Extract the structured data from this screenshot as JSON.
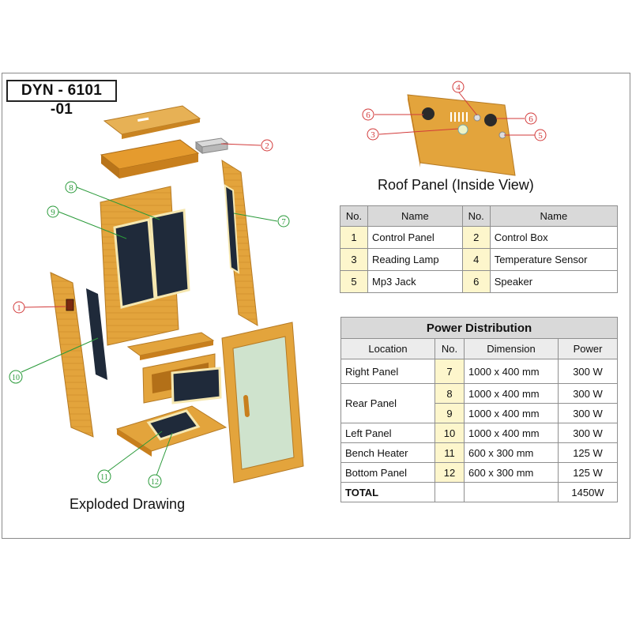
{
  "model": "DYN - 6101 -01",
  "captions": {
    "exploded": "Exploded Drawing",
    "roof": "Roof Panel (Inside View)"
  },
  "callouts": {
    "c1": "1",
    "c2": "2",
    "c3": "3",
    "c4": "4",
    "c5": "5",
    "c6": "6",
    "c7": "7",
    "c8": "8",
    "c9": "9",
    "c10": "10",
    "c11": "11",
    "c12": "12"
  },
  "parts_table": {
    "headers": {
      "no1": "No.",
      "name1": "Name",
      "no2": "No.",
      "name2": "Name"
    },
    "rows": [
      {
        "no_a": "1",
        "name_a": "Control Panel",
        "no_b": "2",
        "name_b": "Control Box"
      },
      {
        "no_a": "3",
        "name_a": "Reading Lamp",
        "no_b": "4",
        "name_b": "Temperature Sensor"
      },
      {
        "no_a": "5",
        "name_a": "Mp3 Jack",
        "no_b": "6",
        "name_b": "Speaker"
      }
    ]
  },
  "power_table": {
    "title": "Power Distribution",
    "headers": {
      "location": "Location",
      "no": "No.",
      "dimension": "Dimension",
      "power": "Power"
    },
    "right_panel": {
      "location": "Right Panel",
      "no": "7",
      "dimension": "1000 x 400 mm",
      "power": "300 W"
    },
    "rear_panel_location": "Rear Panel",
    "rear_a": {
      "no": "8",
      "dimension": "1000 x 400 mm",
      "power": "300 W"
    },
    "rear_b": {
      "no": "9",
      "dimension": "1000 x 400 mm",
      "power": "300 W"
    },
    "left_panel": {
      "location": "Left Panel",
      "no": "10",
      "dimension": "1000 x 400 mm",
      "power": "300 W"
    },
    "bench_heater": {
      "location": "Bench Heater",
      "no": "11",
      "dimension": "600 x 300 mm",
      "power": "125 W"
    },
    "bottom_panel": {
      "location": "Bottom Panel",
      "no": "12",
      "dimension": "600 x 300 mm",
      "power": "125 W"
    },
    "total": {
      "label": "TOTAL",
      "power": "1450W"
    }
  },
  "colors": {
    "wood": "#e3a43c",
    "wood_dark": "#c98422",
    "heater": "#1f2a3a",
    "callout_red": "#d23a3a",
    "callout_green": "#2a9a3a"
  }
}
